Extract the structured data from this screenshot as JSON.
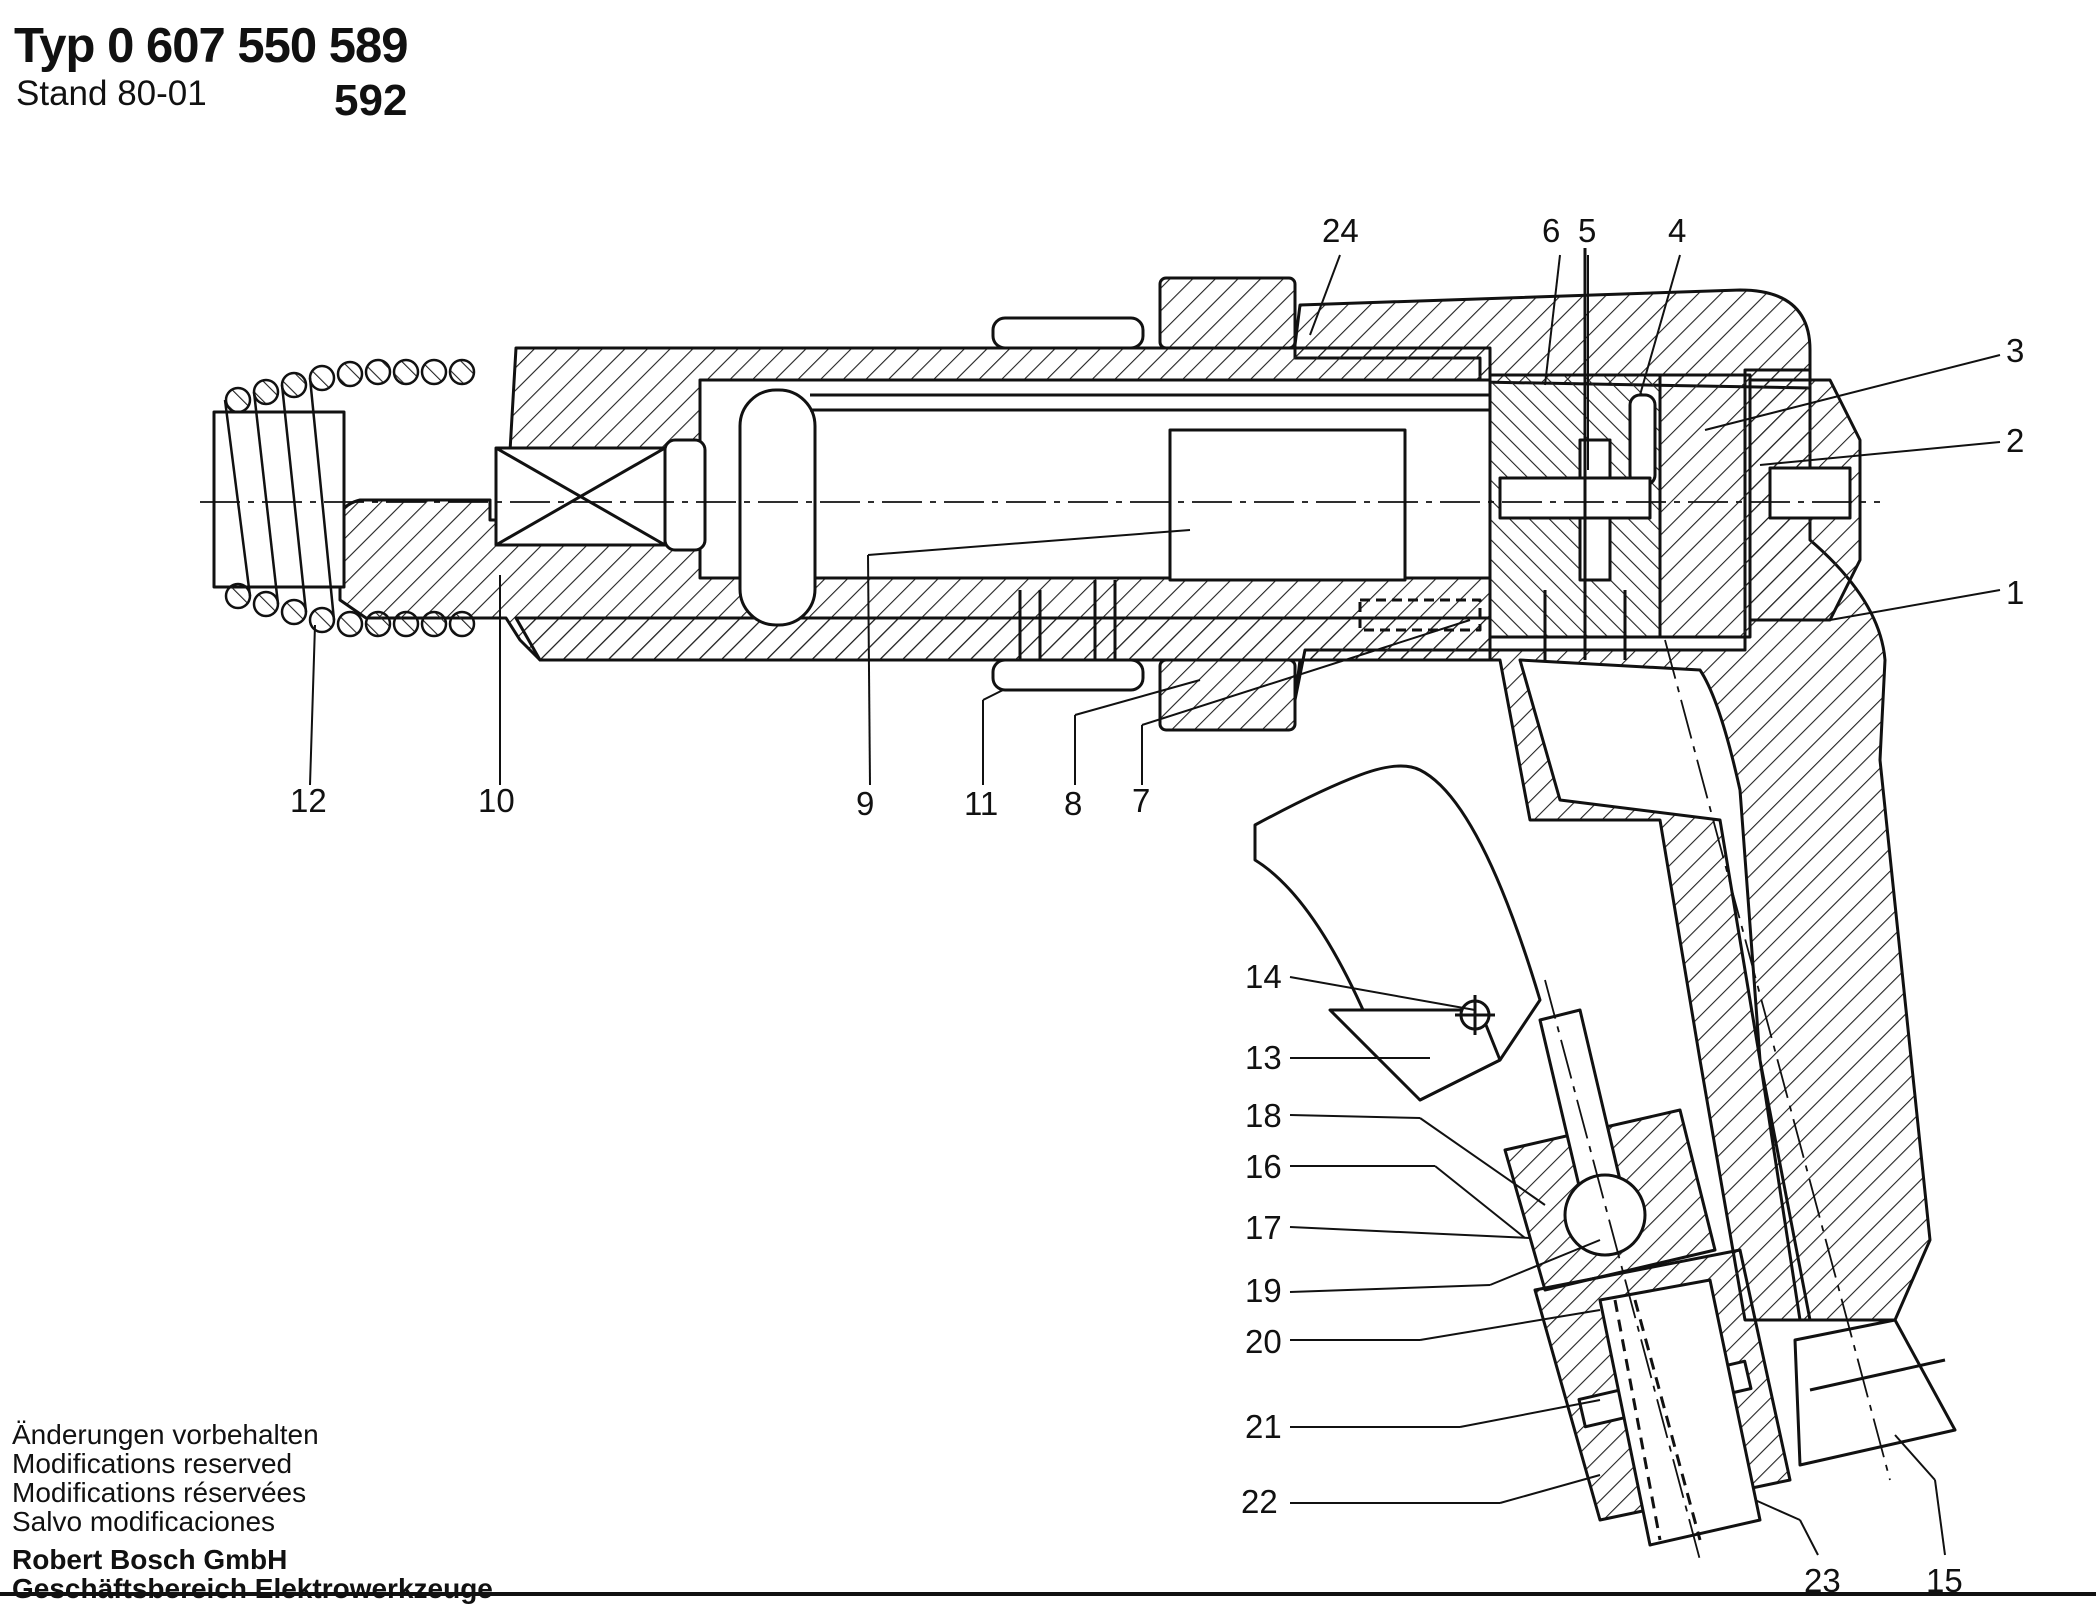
{
  "header": {
    "type_line": "Typ 0 607 550 589",
    "stand": "Stand 80-01",
    "alt_number": "592"
  },
  "footer": {
    "notices": [
      "Änderungen vorbehalten",
      "Modifications reserved",
      "Modifications réservées",
      "Salvo modificaciones"
    ],
    "company": "Robert Bosch GmbH",
    "division": "Geschäftsbereich Elektrowerkzeuge"
  },
  "part_labels": [
    "1",
    "2",
    "3",
    "4",
    "5",
    "6",
    "7",
    "8",
    "9",
    "10",
    "11",
    "12",
    "13",
    "14",
    "15",
    "16",
    "17",
    "18",
    "19",
    "20",
    "21",
    "22",
    "23",
    "24"
  ]
}
